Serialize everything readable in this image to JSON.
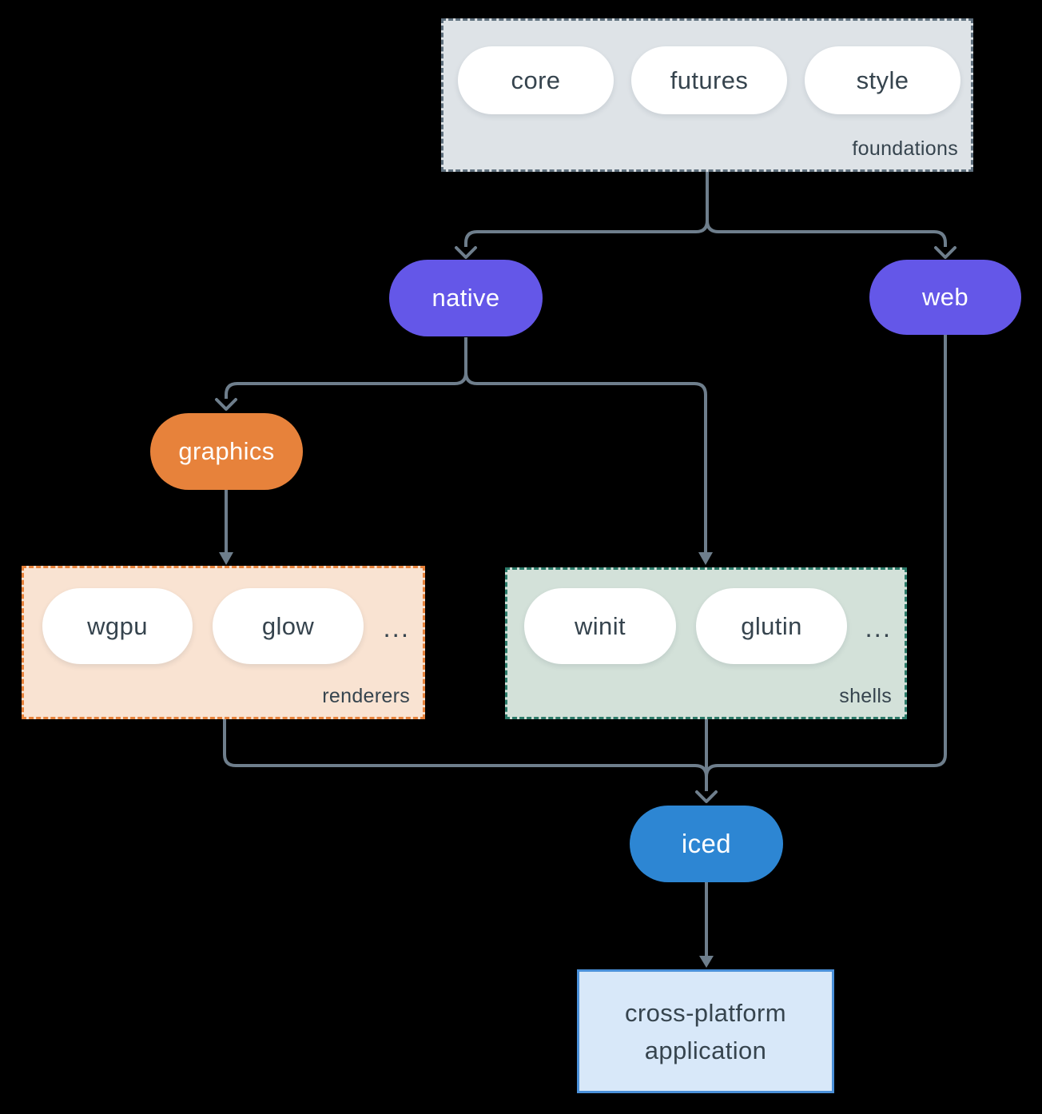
{
  "diagram": {
    "colors": {
      "background": "#000000",
      "arrow": "#6e7e8c",
      "foundations_fill": "#dee3e7",
      "foundations_border": "#5f707e",
      "native_web_fill": "#6457e8",
      "graphics_fill": "#e7823b",
      "renderers_fill": "#f9e3d2",
      "renderers_border": "#e7823b",
      "shells_fill": "#d3e1d9",
      "shells_border": "#2b7a69",
      "iced_fill": "#2d86d3",
      "application_fill": "#d8e8f9",
      "application_border": "#4a90d9",
      "dark_text": "#36444e",
      "light_text": "#ffffff"
    },
    "foundations": {
      "label": "foundations",
      "items": [
        "core",
        "futures",
        "style"
      ]
    },
    "native": {
      "label": "native"
    },
    "web": {
      "label": "web"
    },
    "graphics": {
      "label": "graphics"
    },
    "renderers": {
      "label": "renderers",
      "items": [
        "wgpu",
        "glow"
      ],
      "ellipsis": "..."
    },
    "shells": {
      "label": "shells",
      "items": [
        "winit",
        "glutin"
      ],
      "ellipsis": "..."
    },
    "iced": {
      "label": "iced"
    },
    "application": {
      "line1": "cross-platform",
      "line2": "application"
    },
    "edges": [
      {
        "from": "foundations",
        "to": "native"
      },
      {
        "from": "foundations",
        "to": "web"
      },
      {
        "from": "native",
        "to": "graphics"
      },
      {
        "from": "native",
        "to": "shells"
      },
      {
        "from": "graphics",
        "to": "renderers"
      },
      {
        "from": "renderers",
        "to": "iced"
      },
      {
        "from": "shells",
        "to": "iced"
      },
      {
        "from": "web",
        "to": "iced"
      },
      {
        "from": "iced",
        "to": "application"
      }
    ]
  }
}
